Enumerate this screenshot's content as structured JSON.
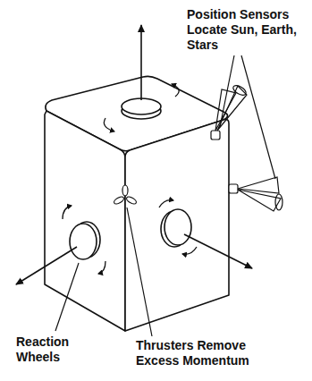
{
  "diagram": {
    "labels": [
      "Position Sensors Locate Sun, Earth, Stars",
      "Reaction Wheels",
      "Thrusters Remove Excess Momentum"
    ]
  }
}
